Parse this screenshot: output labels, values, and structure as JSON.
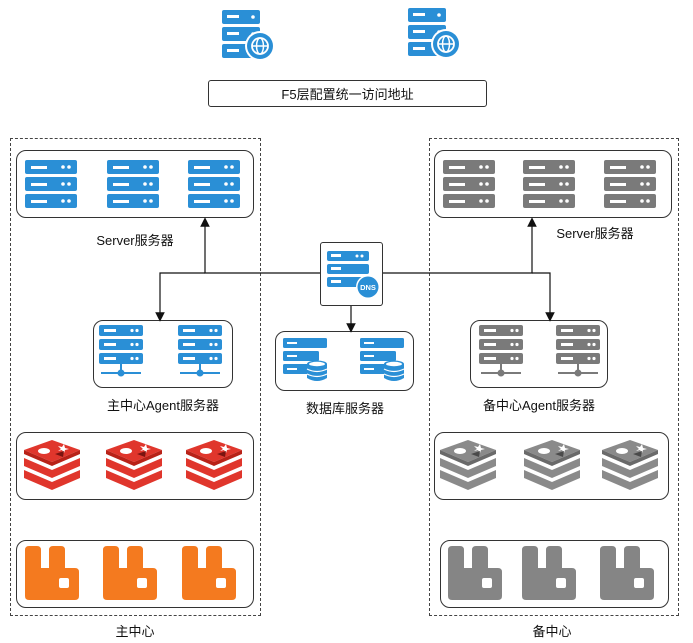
{
  "f5": {
    "label": "F5层配置统一访问地址"
  },
  "dns": {
    "badge": "DNS"
  },
  "main_center": {
    "title": "主中心",
    "server_label": "Server服务器",
    "agent_label": "主中心Agent服务器",
    "icon_color": "#2a8fd6",
    "redis_color": "#e0362c",
    "mq_color": "#f47a1f"
  },
  "backup_center": {
    "title": "备中心",
    "server_label": "Server服务器",
    "agent_label": "备中心Agent服务器",
    "icon_color": "#7a7a7a",
    "redis_color": "#8a8a8a",
    "mq_color": "#858585"
  },
  "database": {
    "label": "数据库服务器"
  }
}
